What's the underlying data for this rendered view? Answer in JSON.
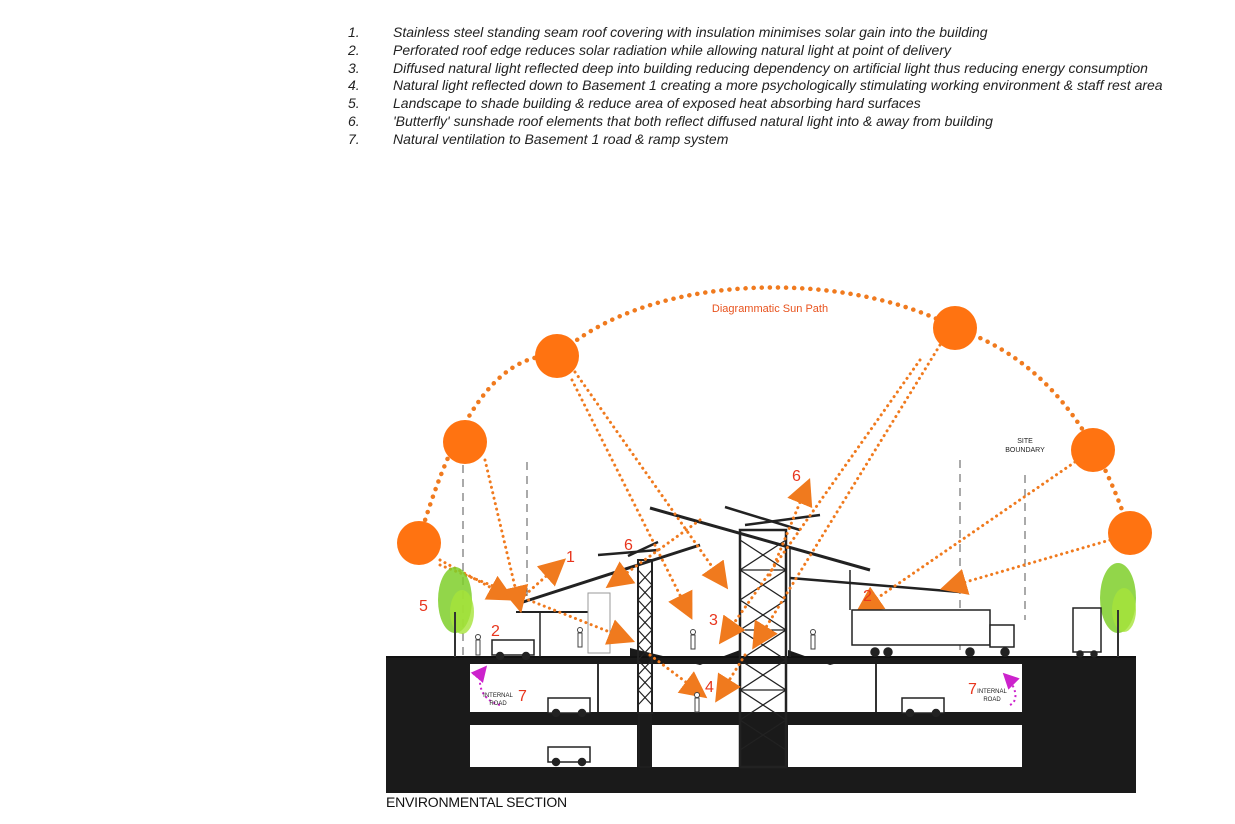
{
  "notes": [
    {
      "num": "1.",
      "text": "Stainless steel standing seam roof covering with insulation minimises solar gain into the building"
    },
    {
      "num": "2.",
      "text": "Perforated roof edge reduces solar radiation while allowing natural light at point of delivery"
    },
    {
      "num": "3.",
      "text": "Diffused natural light reflected deep into building reducing dependency on artificial light thus reducing energy consumption"
    },
    {
      "num": "4.",
      "text": "Natural light reflected down to Basement 1 creating a more psychologically stimulating working environment & staff rest area"
    },
    {
      "num": "5.",
      "text": "Landscape to shade building & reduce area of exposed heat absorbing hard surfaces"
    },
    {
      "num": "6.",
      "text": "'Butterfly' sunshade roof elements that both reflect diffused natural light into & away from building"
    },
    {
      "num": "7.",
      "text": "Natural ventilation to Basement 1 road & ramp system"
    }
  ],
  "diagram": {
    "sun_path_label": "Diagrammatic Sun Path",
    "site_boundary_label_1": "SITE",
    "site_boundary_label_2": "BOUNDARY",
    "internal_road_label_1": "INTERNAL",
    "internal_road_label_2": "ROAD",
    "markers": {
      "m1": "1",
      "m2a": "2",
      "m2b": "2",
      "m3": "3",
      "m4": "4",
      "m5": "5",
      "m6a": "6",
      "m6b": "6",
      "m7a": "7",
      "m7b": "7"
    },
    "colors": {
      "sun": "#ff7311",
      "arrow": "#f07a1e",
      "marker": "#e8361e",
      "ventilation": "#cc22cc",
      "tree": "#7fcf2a",
      "ground": "#1a1a1a"
    }
  },
  "caption": "ENVIRONMENTAL SECTION"
}
